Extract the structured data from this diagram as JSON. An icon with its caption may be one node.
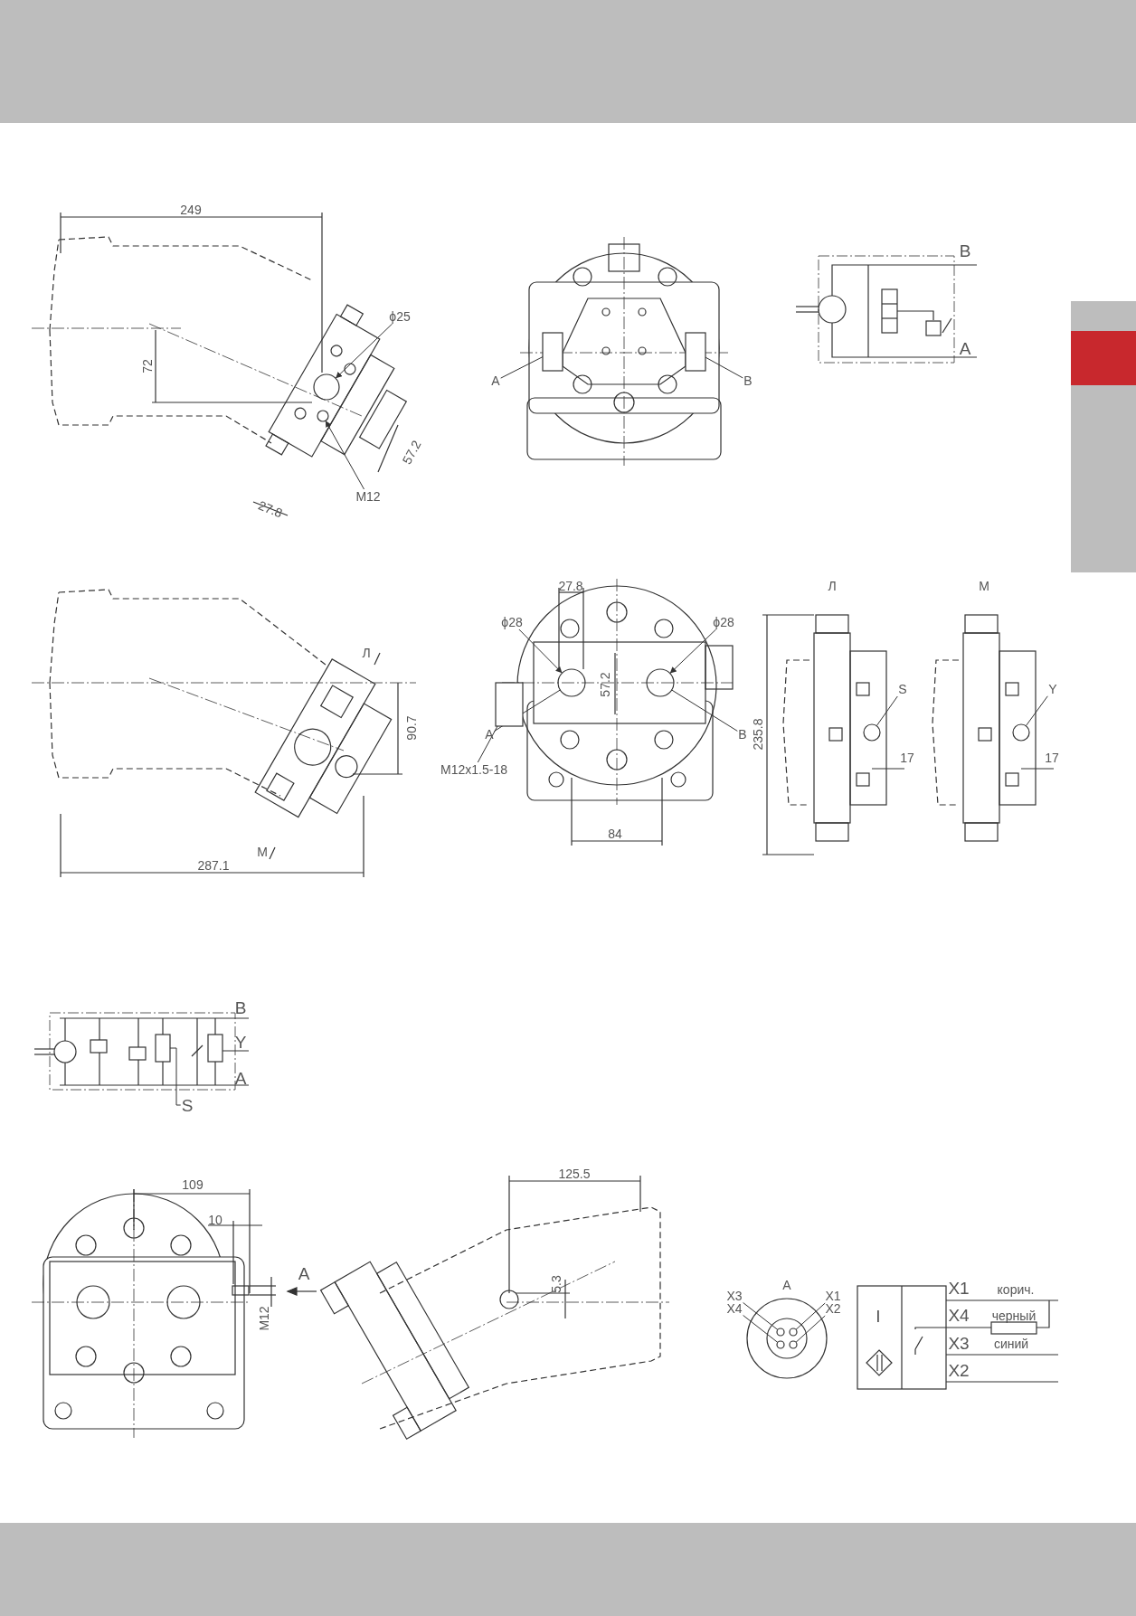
{
  "diagram": {
    "nodes": [
      {
        "text": [
          "ϕ25"
        ]
      },
      {
        "text": [
          "M12"
        ]
      },
      {
        "text": [
          "A"
        ]
      },
      {
        "text": [
          "B"
        ]
      },
      {
        "text": [
          "ϕ28"
        ]
      },
      {
        "text": [
          "ϕ28"
        ]
      },
      {
        "text": [
          "A"
        ]
      },
      {
        "text": [
          "B"
        ]
      },
      {
        "text": [
          "M12x1.5-18"
        ]
      },
      {
        "text": [
          "S"
        ]
      },
      {
        "text": [
          "Y"
        ]
      },
      {
        "text": [
          "S"
        ]
      },
      {
        "text": [
          "X3"
        ]
      },
      {
        "text": [
          "X4"
        ]
      },
      {
        "text": [
          "X1"
        ]
      },
      {
        "text": [
          "X2"
        ]
      },
      {
        "text": [],
        "shape": "circle"
      },
      {
        "text": [],
        "shape": "circle"
      },
      {
        "text": [],
        "shape": "box"
      },
      {
        "text": [],
        "shape": "box"
      },
      {
        "text": [],
        "shape": "circle"
      },
      {
        "text": [],
        "shape": "circle"
      },
      {
        "text": [],
        "shape": "box"
      },
      {
        "text": [],
        "shape": "circle"
      },
      {
        "text": [],
        "shape": "circle"
      },
      {
        "text": [],
        "shape": "box"
      },
      {
        "text": [],
        "shape": "circle"
      },
      {
        "text": [],
        "shape": "circle"
      },
      {
        "text": [],
        "shape": "circle"
      },
      {
        "text": [],
        "shape": "circle"
      }
    ],
    "edges": [
      {
        "from": 0,
        "to": 16,
        "arrow": "to"
      },
      {
        "from": 1,
        "to": 17,
        "arrow": "to"
      },
      {
        "from": 2,
        "to": 18,
        "arrow": "none"
      },
      {
        "from": 3,
        "to": 19,
        "arrow": "none"
      },
      {
        "from": 4,
        "to": 20,
        "arrow": "to"
      },
      {
        "from": 5,
        "to": 21,
        "arrow": "to"
      },
      {
        "from": 6,
        "to": 20,
        "arrow": "none"
      },
      {
        "from": 7,
        "to": 21,
        "arrow": "none"
      },
      {
        "from": 8,
        "to": 22,
        "arrow": "none"
      },
      {
        "from": 9,
        "to": 23,
        "arrow": "none"
      },
      {
        "from": 10,
        "to": 24,
        "arrow": "none"
      },
      {
        "from": 11,
        "to": 25,
        "arrow": "none"
      },
      {
        "from": 12,
        "to": 26,
        "arrow": "none"
      },
      {
        "from": 13,
        "to": 27,
        "arrow": "none"
      },
      {
        "from": 14,
        "to": 28,
        "arrow": "none"
      },
      {
        "from": 15,
        "to": 29,
        "arrow": "none"
      }
    ],
    "labels": [
      "249",
      "72",
      "57.2",
      "27.8",
      "B",
      "A",
      "Л",
      "90.7",
      "M",
      "287.1",
      "27.8",
      "57.2",
      "84",
      "Л",
      "M",
      "235.8",
      "17",
      "17",
      "B",
      "Y",
      "A",
      "109",
      "10",
      "A",
      "M12",
      "125.5",
      "5.3",
      "A",
      "I",
      "X1",
      "корич.",
      "X4",
      "черный",
      "X3",
      "синий",
      "X2"
    ]
  }
}
